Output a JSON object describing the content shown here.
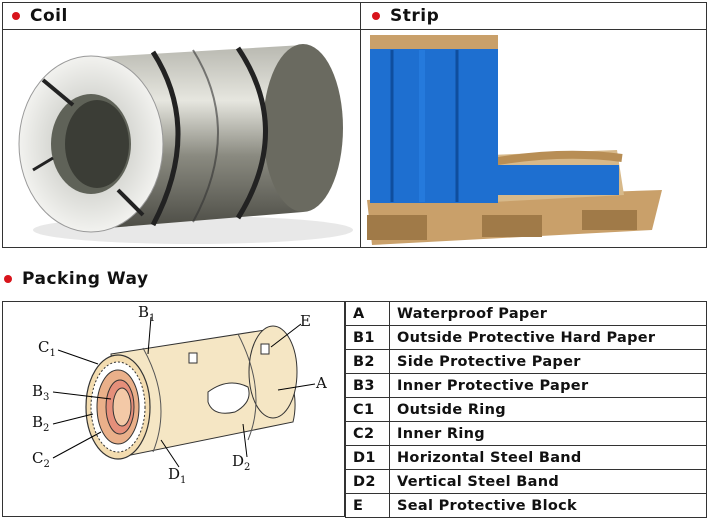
{
  "sections": {
    "coil": "Coil",
    "strip": "Strip",
    "packing": "Packing Way"
  },
  "diagram_labels": {
    "b1": "B",
    "b1_sub": "1",
    "e": "E",
    "c1": "C",
    "c1_sub": "1",
    "b3": "B",
    "b3_sub": "3",
    "a": "A",
    "b2": "B",
    "b2_sub": "2",
    "c2": "C",
    "c2_sub": "2",
    "d1": "D",
    "d1_sub": "1",
    "d2": "D",
    "d2_sub": "2"
  },
  "legend": [
    {
      "code": "A",
      "name": "Waterproof Paper"
    },
    {
      "code": "B1",
      "name": "Outside Protective Hard Paper"
    },
    {
      "code": "B2",
      "name": "Side Protective Paper"
    },
    {
      "code": "B3",
      "name": "Inner Protective Paper"
    },
    {
      "code": "C1",
      "name": "Outside Ring"
    },
    {
      "code": "C2",
      "name": "Inner Ring"
    },
    {
      "code": "D1",
      "name": "Horizontal Steel Band"
    },
    {
      "code": "D2",
      "name": "Vertical Steel Band"
    },
    {
      "code": "E",
      "name": "Seal Protective Block"
    }
  ],
  "colors": {
    "bullet": "#d8141b",
    "strip_wrap": "#1e6fd0"
  }
}
